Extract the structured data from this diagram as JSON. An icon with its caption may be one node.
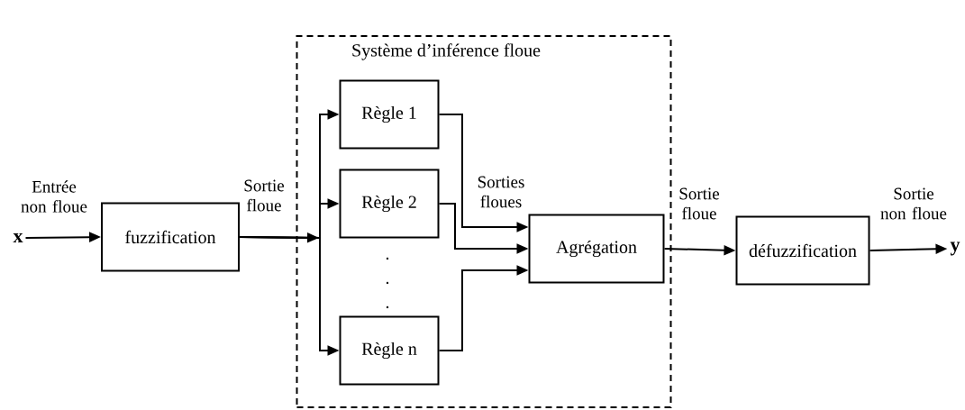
{
  "diagram": {
    "nodes": [
      {
        "text": [
          "x"
        ]
      },
      {
        "text": [
          "fuzzification"
        ]
      },
      {
        "text": [
          "Système d’inférence floue"
        ]
      },
      {
        "text": [
          "Règle 1"
        ],
        "in": 2
      },
      {
        "text": [
          "Règle 2"
        ],
        "in": 2
      },
      {
        "text": [
          "Règle n"
        ],
        "in": 2
      },
      {
        "text": [
          "Agrégation"
        ],
        "in": 2
      },
      {
        "text": [
          "défuzzification"
        ]
      },
      {
        "text": [
          "y"
        ]
      }
    ],
    "edges": [
      {
        "from": 0,
        "to": 1,
        "arrow": "to",
        "label": "Entrée non floue"
      },
      {
        "from": 1,
        "to": 3,
        "arrow": "to",
        "label": "Sortie floue"
      },
      {
        "from": 1,
        "to": 4,
        "arrow": "to"
      },
      {
        "from": 1,
        "to": 5,
        "arrow": "to"
      },
      {
        "from": 3,
        "to": 6,
        "arrow": "to",
        "label": "Sorties floues"
      },
      {
        "from": 4,
        "to": 6,
        "arrow": "to"
      },
      {
        "from": 5,
        "to": 6,
        "arrow": "to"
      },
      {
        "from": 6,
        "to": 7,
        "arrow": "to",
        "label": "Sortie floue"
      },
      {
        "from": 7,
        "to": 8,
        "arrow": "to",
        "label": "Sortie non floue"
      }
    ],
    "labels": [
      ".",
      ".",
      "."
    ]
  }
}
